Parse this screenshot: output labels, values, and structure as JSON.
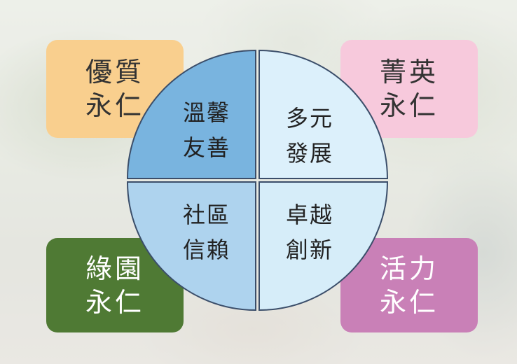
{
  "corners": {
    "top_left": {
      "line1": "優質",
      "line2": "永仁",
      "bg": "#f9cf8e",
      "fg": "#333333"
    },
    "top_right": {
      "line1": "菁英",
      "line2": "永仁",
      "bg": "#f7c9dc",
      "fg": "#333333"
    },
    "bottom_left": {
      "line1": "綠園",
      "line2": "永仁",
      "bg": "#4f7a34",
      "fg": "#ffffff"
    },
    "bottom_right": {
      "line1": "活力",
      "line2": "永仁",
      "bg": "#c980b7",
      "fg": "#ffffff"
    }
  },
  "wheel": {
    "top_left": {
      "line1": "溫馨",
      "line2": "友善",
      "fill": "#79b4df"
    },
    "top_right": {
      "line1": "多元",
      "line2": "發展",
      "fill": "#dcf0fb"
    },
    "bottom_left": {
      "line1": "社區",
      "line2": "信賴",
      "fill": "#aed3ee"
    },
    "bottom_right": {
      "line1": "卓越",
      "line2": "創新",
      "fill": "#d6edf9"
    },
    "stroke": "#3b4e6a"
  }
}
